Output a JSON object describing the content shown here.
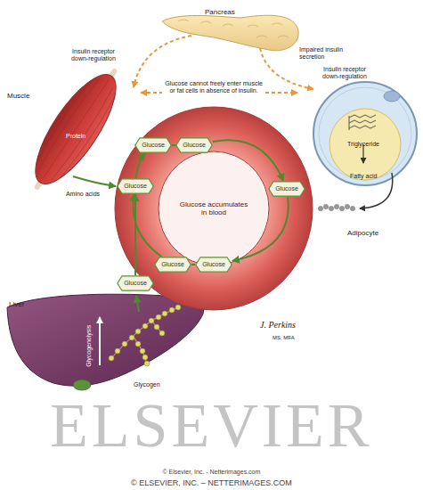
{
  "diagram": {
    "nodes": [
      {
        "text": [
          "Glucose accumulates in blood"
        ]
      },
      {
        "text": [
          "Glucose"
        ],
        "in": 0
      },
      {
        "text": [
          "Glucose"
        ],
        "in": 0
      },
      {
        "text": [
          "Glucose"
        ],
        "in": 0
      },
      {
        "text": [
          "Glucose"
        ],
        "in": 0
      },
      {
        "text": [
          "Glucose"
        ],
        "in": 0
      },
      {
        "text": [
          "Glucose"
        ],
        "in": 0
      },
      {
        "text": [
          "Glucose"
        ]
      }
    ],
    "edges": [
      {
        "from": 6,
        "to": 1,
        "arrow": "to"
      },
      {
        "from": 1,
        "to": 2,
        "arrow": "none"
      },
      {
        "from": 2,
        "to": 3,
        "arrow": "to"
      },
      {
        "from": 3,
        "to": 4,
        "arrow": "to"
      },
      {
        "from": 4,
        "to": 5,
        "arrow": "none"
      },
      {
        "from": 5,
        "to": 6,
        "arrow": "to"
      },
      {
        "from": 7,
        "to": 6,
        "arrow": "to"
      }
    ],
    "labels": [
      "Pancreas",
      "Impaired insulin secretion",
      "Muscle",
      "Insulin receptor down-regulation",
      "Insulin receptor down-regulation",
      "Glucose cannot freely enter muscle or fat cells in absence of insulin.",
      "Protein",
      "Amino acids",
      "Triglyceride",
      "Fatty acid",
      "Adipocyte",
      "Liver",
      "Glycogenolysis",
      "Glycogen",
      "J. Perkins",
      "MS, MFA",
      "ELSEVIER",
      "© Elsevier, Inc. - Netterimages.com",
      "© ELSEVIER, INC. – NETTERIMAGES.COM"
    ]
  }
}
